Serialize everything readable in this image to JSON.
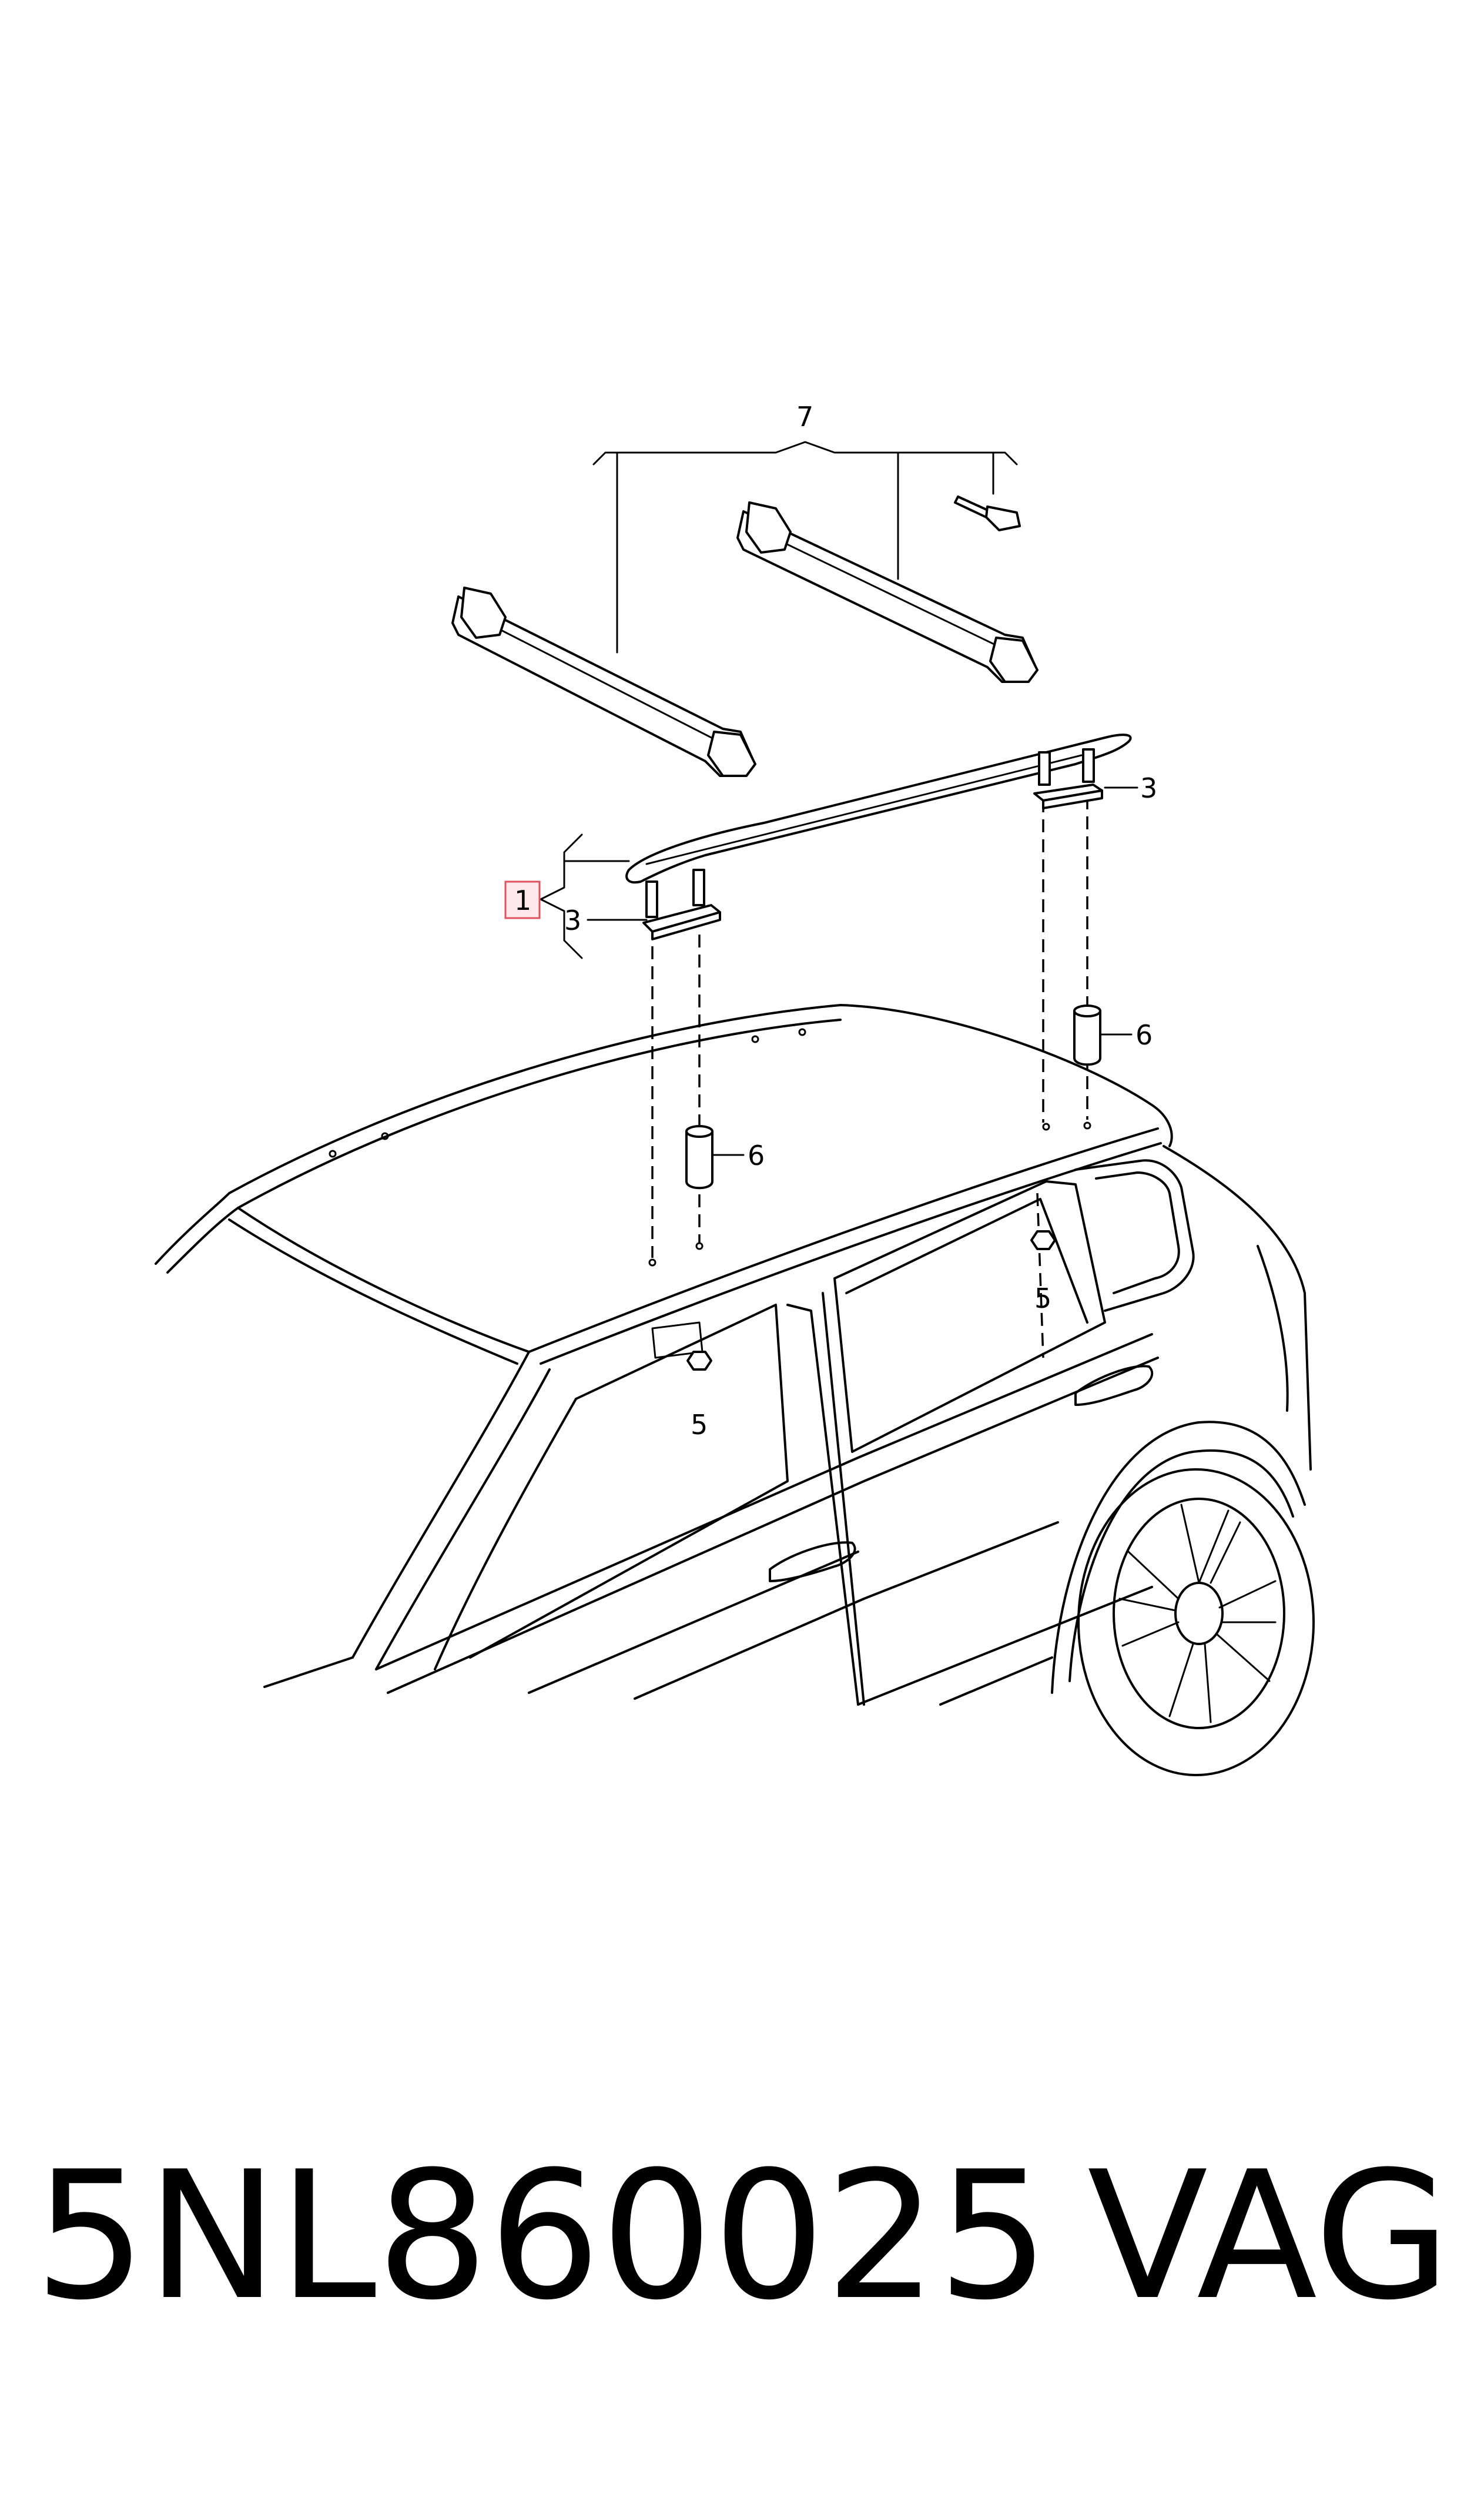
{
  "diagram": {
    "callouts": {
      "c1": "1",
      "c3_left": "3",
      "c3_right": "3",
      "c5_left": "5",
      "c5_right": "5",
      "c6_left": "6",
      "c6_right": "6",
      "c7": "7"
    },
    "highlight_color": "#e0525f"
  },
  "footer": {
    "part_number": "5NL860025",
    "brand": "VAG"
  }
}
